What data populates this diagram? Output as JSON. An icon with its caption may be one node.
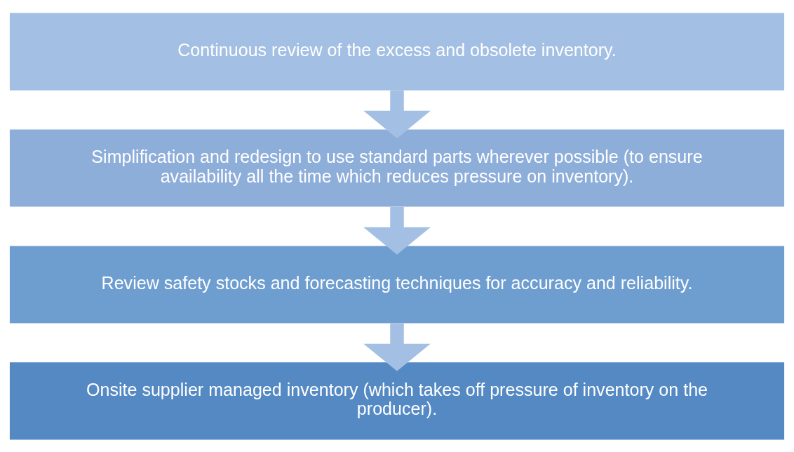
{
  "diagram": {
    "nodes": [
      {
        "text": [
          "Continuous review of the excess and obsolete inventory."
        ]
      },
      {
        "text": [
          "Simplification and redesign to use standard parts wherever possible (to ensure availability all the time which reduces pressure on inventory)."
        ]
      },
      {
        "text": [
          "Review safety stocks and forecasting techniques for accuracy and reliability."
        ]
      },
      {
        "text": [
          "Onsite supplier managed inventory (which takes off pressure of inventory on the producer)."
        ]
      }
    ],
    "edges": [
      {
        "from": 0,
        "to": 1,
        "arrow": "to"
      },
      {
        "from": 1,
        "to": 2,
        "arrow": "to"
      },
      {
        "from": 2,
        "to": 3,
        "arrow": "to"
      }
    ]
  }
}
